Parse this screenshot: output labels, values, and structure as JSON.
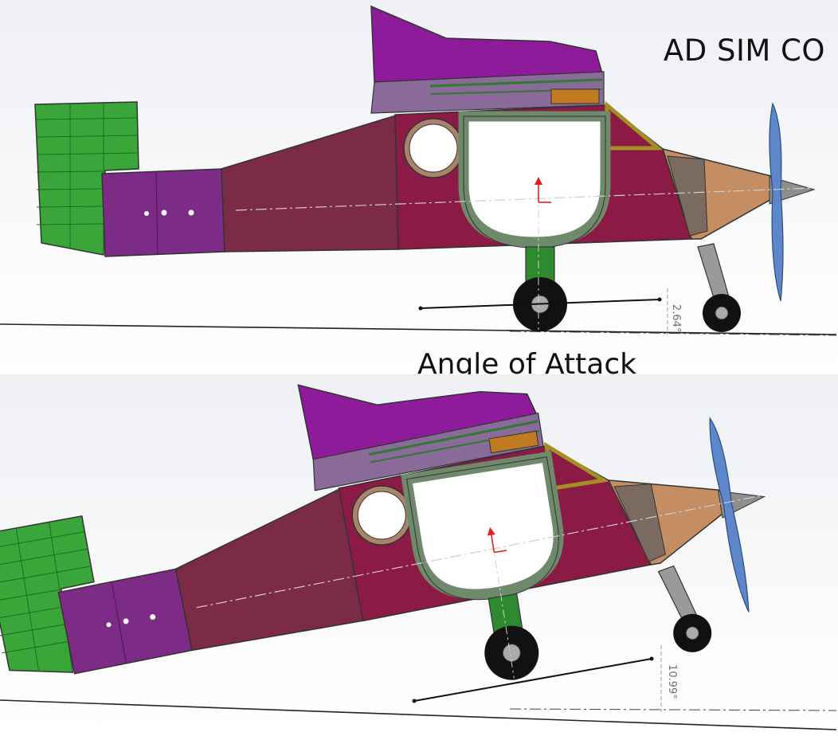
{
  "header": {
    "brand": "AD SIM CO"
  },
  "caption": {
    "title": "Angle of Attack"
  },
  "views": [
    {
      "angle_label": "2.64°",
      "angle_deg": 2.64
    },
    {
      "angle_label": "10.99°",
      "angle_deg": 10.99
    }
  ],
  "colors": {
    "fuselage": "#8b1a45",
    "tail_boom": "#7b2a47",
    "tail_cone": "#7c2b86",
    "wing": "#8d1b9a",
    "tailplane": "#3aa63a",
    "frame": "#6e8a6a",
    "nose": "#c48d62",
    "propeller": "#5d87c8",
    "wheel": "#111111"
  }
}
